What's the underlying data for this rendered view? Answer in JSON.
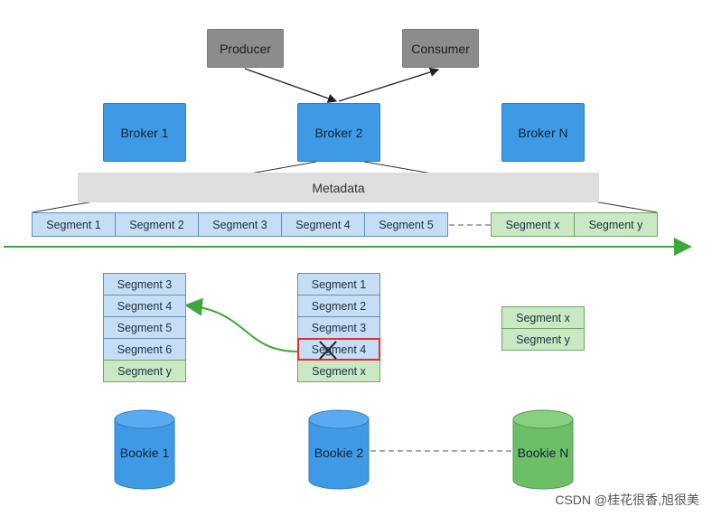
{
  "clients": {
    "producer": "Producer",
    "consumer": "Consumer"
  },
  "brokers": [
    "Broker 1",
    "Broker 2",
    "Broker N"
  ],
  "metadata": "Metadata",
  "segment_bar": {
    "blue": [
      "Segment 1",
      "Segment 2",
      "Segment 3",
      "Segment 4",
      "Segment 5"
    ],
    "green": [
      "Segment x",
      "Segment y"
    ]
  },
  "stacks": {
    "bookie1": [
      {
        "label": "Segment 3",
        "color": "blue"
      },
      {
        "label": "Segment 4",
        "color": "blue"
      },
      {
        "label": "Segment 5",
        "color": "blue"
      },
      {
        "label": "Segment 6",
        "color": "blue"
      },
      {
        "label": "Segment y",
        "color": "green"
      }
    ],
    "bookie2": [
      {
        "label": "Segment 1",
        "color": "blue"
      },
      {
        "label": "Segment 2",
        "color": "blue"
      },
      {
        "label": "Segment 3",
        "color": "blue"
      },
      {
        "label": "Segment 4",
        "color": "blue",
        "failed": true
      },
      {
        "label": "Segment x",
        "color": "green"
      }
    ],
    "bookieN": [
      {
        "label": "Segment x",
        "color": "green"
      },
      {
        "label": "Segment y",
        "color": "green"
      }
    ]
  },
  "bookies": [
    "Bookie 1",
    "Bookie 2",
    "Bookie N"
  ],
  "colors": {
    "broker_blue": "#3f9ae6",
    "bookie_blue": "#3f9ae6",
    "bookie_green": "#6dbf67",
    "segment_blue": "#c5def5",
    "segment_green": "#c9e8c3",
    "arrow_green": "#3aa83a",
    "failed_red": "#e03030"
  },
  "watermark": "CSDN @桂花很香,旭很美"
}
